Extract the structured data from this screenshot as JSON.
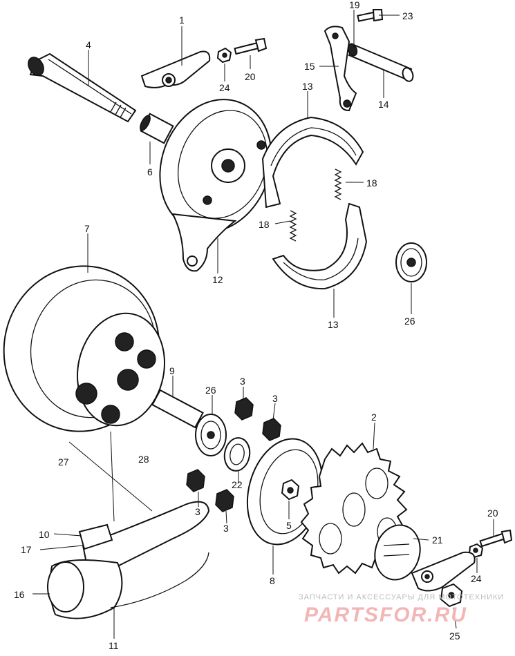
{
  "diagram": {
    "callouts": [
      {
        "id": "c1",
        "label": "1"
      },
      {
        "id": "c19",
        "label": "19"
      },
      {
        "id": "c23",
        "label": "23"
      },
      {
        "id": "c4",
        "label": "4"
      },
      {
        "id": "c15",
        "label": "15"
      },
      {
        "id": "c20a",
        "label": "20"
      },
      {
        "id": "c24a",
        "label": "24"
      },
      {
        "id": "c13a",
        "label": "13"
      },
      {
        "id": "c14",
        "label": "14"
      },
      {
        "id": "c6",
        "label": "6"
      },
      {
        "id": "c18a",
        "label": "18"
      },
      {
        "id": "c18b",
        "label": "18"
      },
      {
        "id": "c7",
        "label": "7"
      },
      {
        "id": "c12",
        "label": "12"
      },
      {
        "id": "c13b",
        "label": "13"
      },
      {
        "id": "c26a",
        "label": "26"
      },
      {
        "id": "c9",
        "label": "9"
      },
      {
        "id": "c26b",
        "label": "26"
      },
      {
        "id": "c3a",
        "label": "3"
      },
      {
        "id": "c3b",
        "label": "3"
      },
      {
        "id": "c2",
        "label": "2"
      },
      {
        "id": "c27",
        "label": "27"
      },
      {
        "id": "c28",
        "label": "28"
      },
      {
        "id": "c22",
        "label": "22"
      },
      {
        "id": "c3c",
        "label": "3"
      },
      {
        "id": "c5",
        "label": "5"
      },
      {
        "id": "c3d",
        "label": "3"
      },
      {
        "id": "c10",
        "label": "10"
      },
      {
        "id": "c17",
        "label": "17"
      },
      {
        "id": "c20b",
        "label": "20"
      },
      {
        "id": "c21",
        "label": "21"
      },
      {
        "id": "c24b",
        "label": "24"
      },
      {
        "id": "c8",
        "label": "8"
      },
      {
        "id": "c16",
        "label": "16"
      },
      {
        "id": "c11",
        "label": "11"
      },
      {
        "id": "c25",
        "label": "25"
      }
    ]
  },
  "watermark": {
    "tagline": "ЗАПЧАСТИ И АКСЕССУАРЫ ДЛЯ МОТОТЕХНИКИ",
    "brand": "PARTSFOR.RU"
  }
}
